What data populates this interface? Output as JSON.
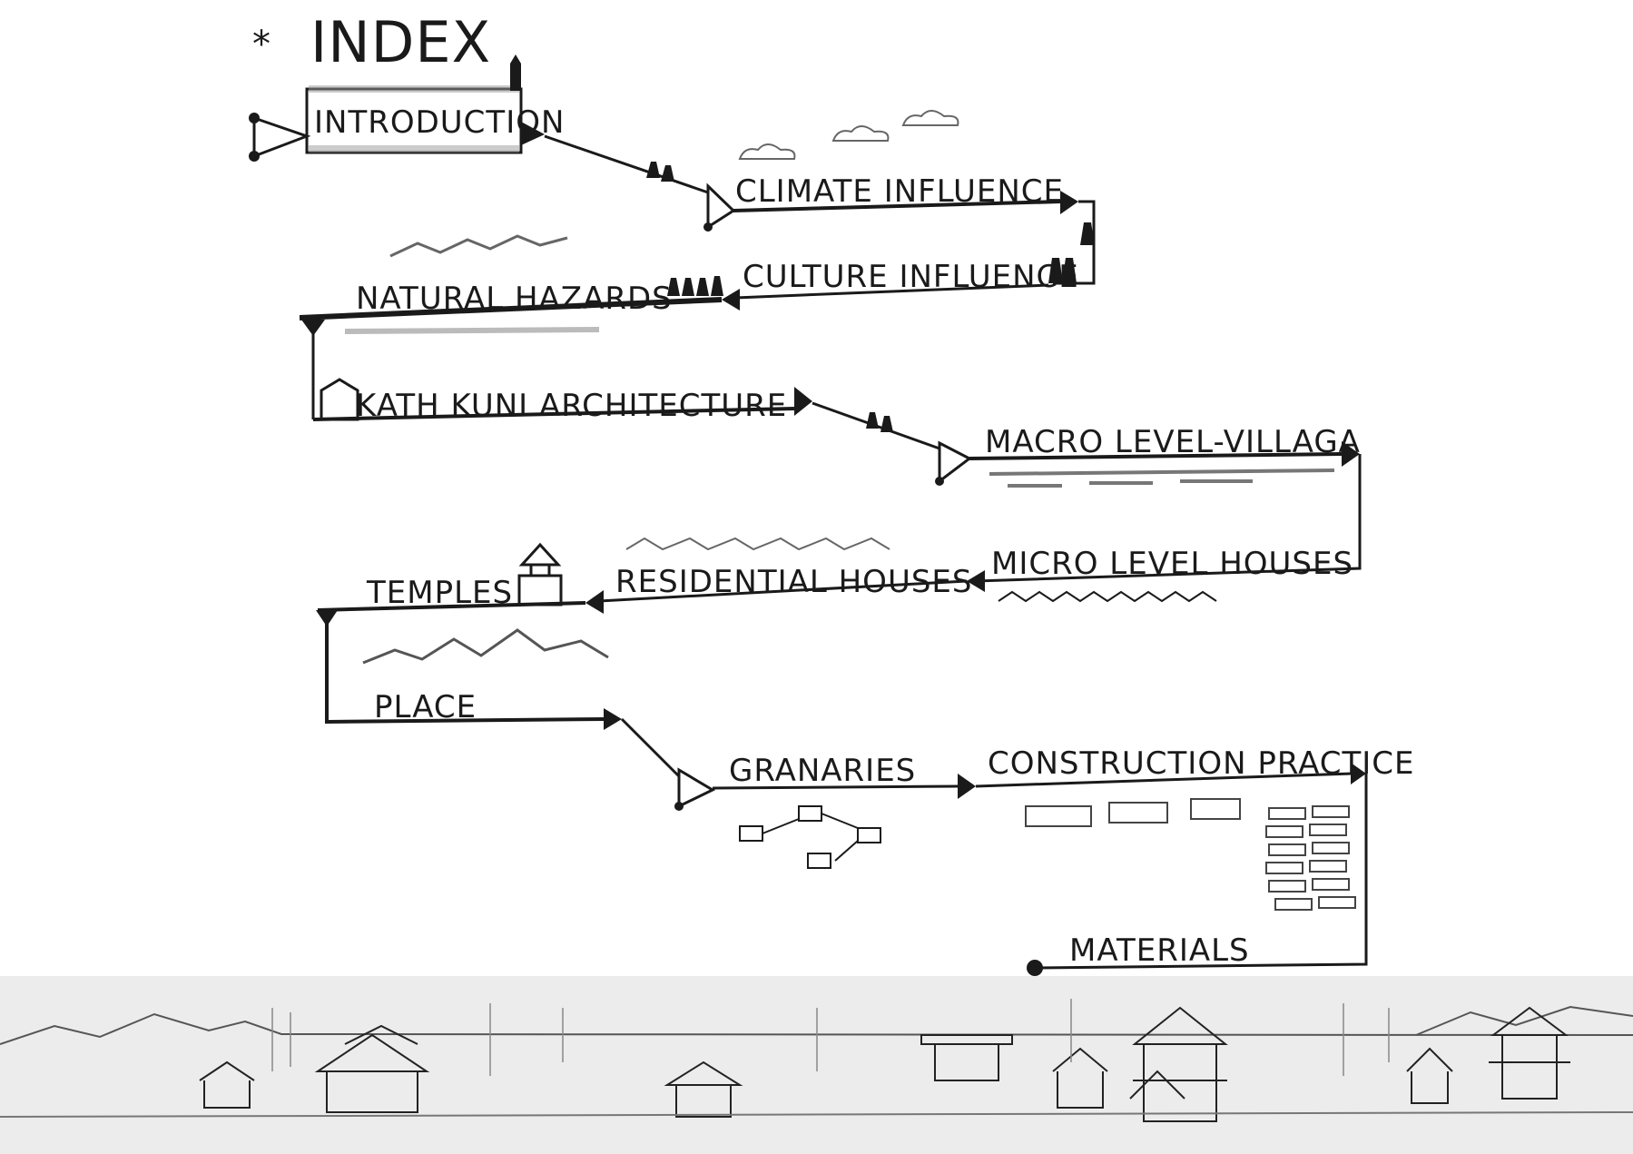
{
  "title": "INDEX",
  "bullet": "*",
  "labels": {
    "introduction": "INTRODUCTION",
    "climate": "CLIMATE INFLUENCE",
    "culture": "CULTURE INFLUENCE",
    "hazards": "NATURAL HAZARDS",
    "kathkuni": "KATH KUNI ARCHITECTURE",
    "macro": "MACRO LEVEL-VILLAGA",
    "micro": "MICRO LEVEL HOUSES",
    "residential": "RESIDENTIAL HOUSES",
    "temples": "TEMPLES",
    "place": "PLACE",
    "granaries": "GRANARIES",
    "construction": "CONSTRUCTION PRACTICE",
    "materials": "MATERIALS"
  },
  "colors": {
    "ink": "#1a1a1a",
    "paper": "#ffffff",
    "sketch": "#555555"
  }
}
